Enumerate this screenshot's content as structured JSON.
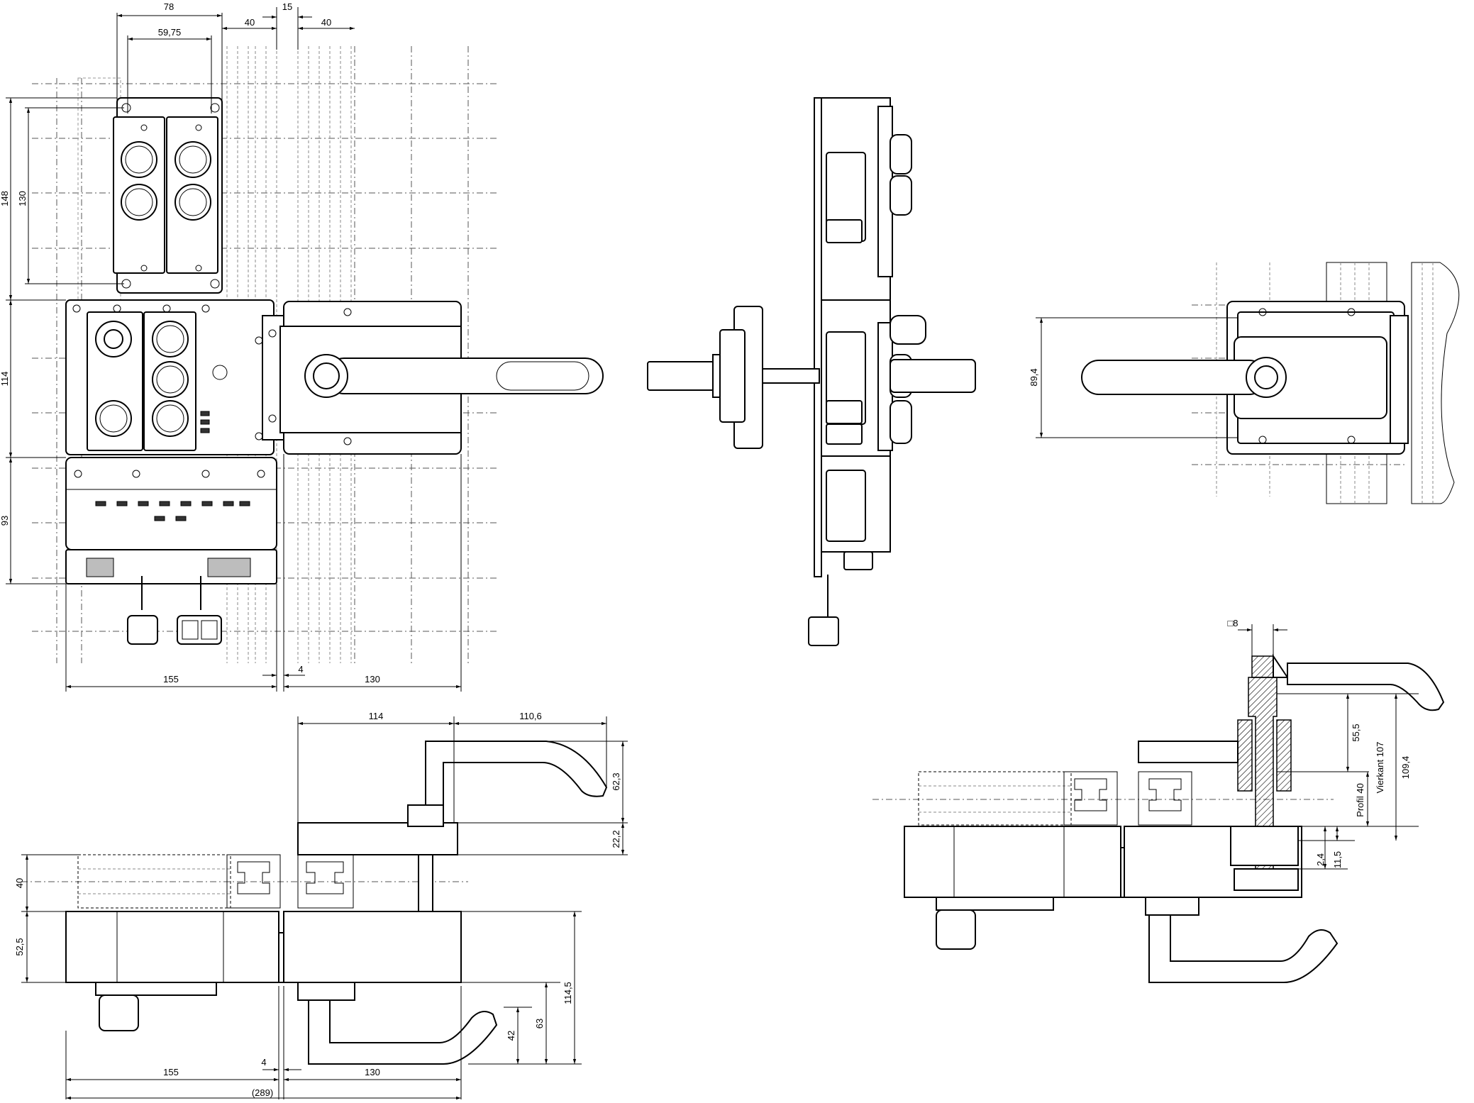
{
  "dimensions": {
    "front": {
      "w78": "78",
      "w59_75": "59,75",
      "w40_a": "40",
      "w15": "15",
      "w40_b": "40",
      "h148": "148",
      "h130": "130",
      "h114": "114",
      "h93": "93",
      "w155": "155",
      "w4": "4",
      "w130": "130"
    },
    "back": {
      "h89_4": "89,4"
    },
    "plan": {
      "w114": "114",
      "w110_6": "110,6",
      "h62_3": "62,3",
      "h22_2": "22,2",
      "h40": "40",
      "h52_5": "52,5",
      "h114_5": "114,5",
      "h63": "63",
      "h42": "42",
      "w155": "155",
      "w4": "4",
      "w130": "130",
      "w289": "(289)"
    },
    "section": {
      "sq8": "□8",
      "h55_5": "55,5",
      "vierkant": "Vierkant 107",
      "h109_4": "109,4",
      "profil": "Profil 40",
      "h2_4": "2,4",
      "h11_5": "11,5"
    }
  }
}
